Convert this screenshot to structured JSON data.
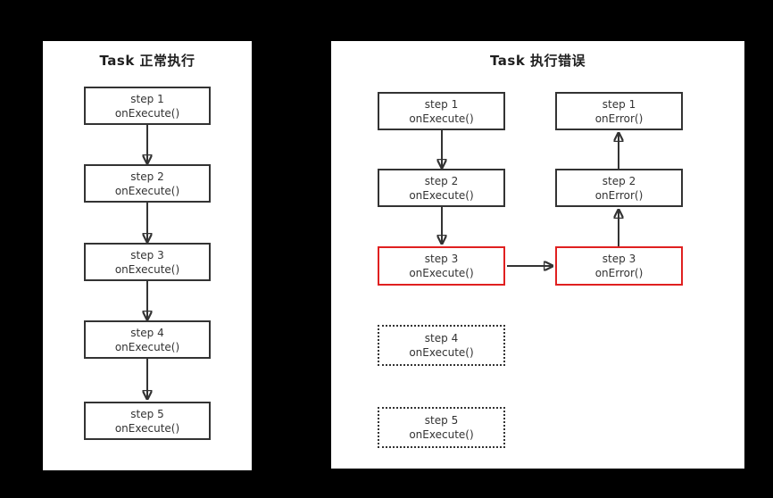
{
  "colors": {
    "background": "#000000",
    "panel_background": "#ffffff",
    "box_border": "#333333",
    "box_text": "#333333",
    "title_text": "#1f1f1f",
    "arrow": "#333333",
    "error_border": "#e02020"
  },
  "left_panel": {
    "title": "Task 正常执行",
    "steps": [
      {
        "name": "step 1",
        "method": "onExecute()"
      },
      {
        "name": "step 2",
        "method": "onExecute()"
      },
      {
        "name": "step 3",
        "method": "onExecute()"
      },
      {
        "name": "step 4",
        "method": "onExecute()"
      },
      {
        "name": "step 5",
        "method": "onExecute()"
      }
    ]
  },
  "right_panel": {
    "title": "Task 执行错误",
    "execute_steps": [
      {
        "name": "step 1",
        "method": "onExecute()",
        "state": "executed"
      },
      {
        "name": "step 2",
        "method": "onExecute()",
        "state": "executed"
      },
      {
        "name": "step 3",
        "method": "onExecute()",
        "state": "failed"
      },
      {
        "name": "step 4",
        "method": "onExecute()",
        "state": "not-executed"
      },
      {
        "name": "step 5",
        "method": "onExecute()",
        "state": "not-executed"
      }
    ],
    "error_steps": [
      {
        "name": "step 1",
        "method": "onError()",
        "state": "executed"
      },
      {
        "name": "step 2",
        "method": "onError()",
        "state": "executed"
      },
      {
        "name": "step 3",
        "method": "onError()",
        "state": "failed"
      }
    ]
  }
}
